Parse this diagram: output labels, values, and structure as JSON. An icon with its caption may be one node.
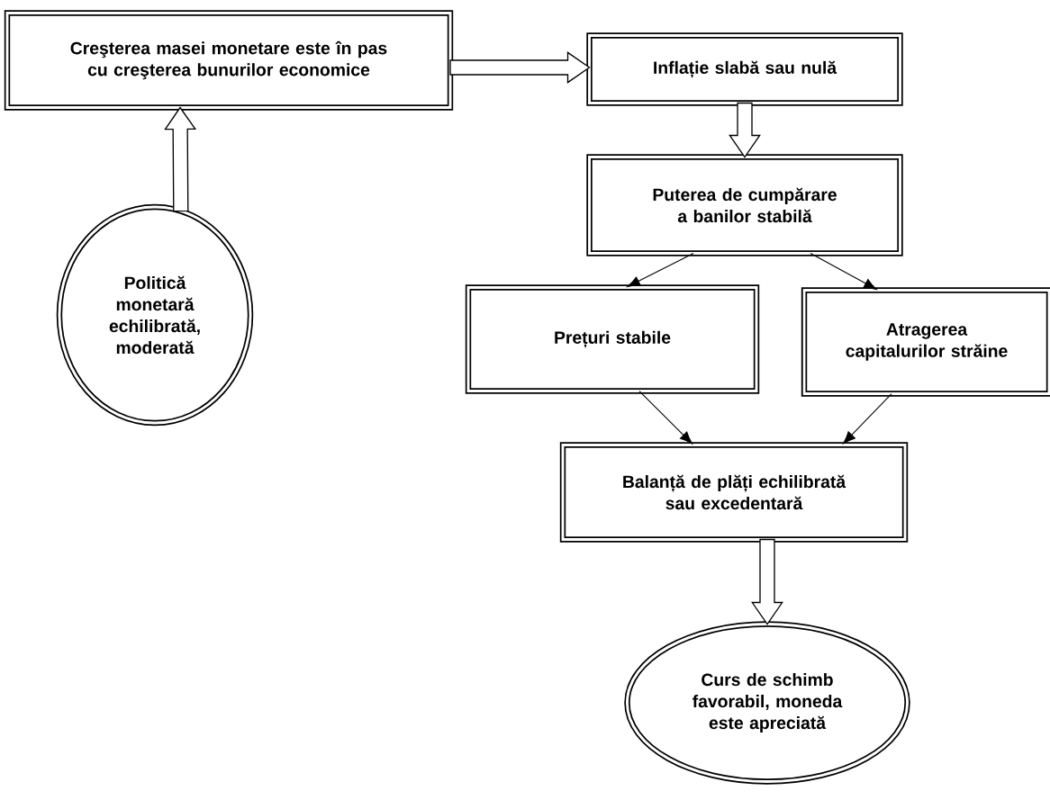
{
  "diagram": {
    "nodes": [
      {
        "text": [
          "Creşterea masei monetare este în pas cu creşterea bunurilor economice"
        ]
      },
      {
        "text": [
          "Inflație slabă sau nulă"
        ]
      },
      {
        "text": [
          "Puterea de cumpărare a banilor stabilă"
        ]
      },
      {
        "text": [
          "Politică monetară echilibrată, moderată"
        ]
      },
      {
        "text": [
          "Prețuri stabile"
        ]
      },
      {
        "text": [
          "Atragerea capitalurilor străine"
        ]
      },
      {
        "text": [
          "Balanță de plăți echilibrată sau excedentară"
        ]
      },
      {
        "text": [
          "Curs de schimb favorabil, moneda este apreciată"
        ]
      }
    ],
    "edges": [
      {
        "from": 3,
        "to": 0,
        "arrow": "to",
        "style": "thick"
      },
      {
        "from": 0,
        "to": 1,
        "arrow": "to",
        "style": "thick"
      },
      {
        "from": 1,
        "to": 2,
        "arrow": "to",
        "style": "thick"
      },
      {
        "from": 2,
        "to": 4,
        "arrow": "to"
      },
      {
        "from": 2,
        "to": 5,
        "arrow": "to"
      },
      {
        "from": 4,
        "to": 6,
        "arrow": "to"
      },
      {
        "from": 5,
        "to": 6,
        "arrow": "to"
      },
      {
        "from": 6,
        "to": 7,
        "arrow": "to",
        "style": "thick"
      }
    ]
  }
}
